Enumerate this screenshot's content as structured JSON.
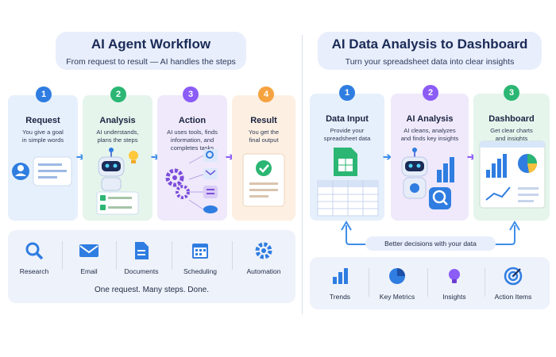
{
  "left": {
    "title": "AI Agent Workflow",
    "subtitle": "From request to result — AI handles the steps",
    "steps": [
      {
        "num": "1",
        "title": "Request",
        "desc1": "You give a goal",
        "desc2": "in simple words",
        "desc3": ""
      },
      {
        "num": "2",
        "title": "Analysis",
        "desc1": "AI understands,",
        "desc2": "plans the steps",
        "desc3": ""
      },
      {
        "num": "3",
        "title": "Action",
        "desc1": "AI uses tools, finds",
        "desc2": "information, and",
        "desc3": "completes tasks"
      },
      {
        "num": "4",
        "title": "Result",
        "desc1": "You get the",
        "desc2": "final output",
        "desc3": ""
      }
    ],
    "tools": [
      {
        "label": "Research",
        "icon": "search-icon"
      },
      {
        "label": "Email",
        "icon": "mail-icon"
      },
      {
        "label": "Documents",
        "icon": "document-icon"
      },
      {
        "label": "Scheduling",
        "icon": "calendar-icon"
      },
      {
        "label": "Automation",
        "icon": "gear-icon"
      }
    ],
    "tagline": "One request. Many steps. Done."
  },
  "right": {
    "title": "AI Data Analysis to Dashboard",
    "subtitle": "Turn your spreadsheet data into clear insights",
    "steps": [
      {
        "num": "1",
        "title": "Data Input",
        "desc1": "Provide your",
        "desc2": "spreadsheet data",
        "desc3": ""
      },
      {
        "num": "2",
        "title": "AI Analysis",
        "desc1": "AI cleans, analyzes",
        "desc2": "and finds key insights",
        "desc3": ""
      },
      {
        "num": "3",
        "title": "Dashboard",
        "desc1": "Get clear charts",
        "desc2": "and insights",
        "desc3": ""
      }
    ],
    "loop_label": "Better decisions with your data",
    "outputs": [
      {
        "label": "Trends",
        "icon": "bar-chart-icon"
      },
      {
        "label": "Key Metrics",
        "icon": "pie-chart-icon"
      },
      {
        "label": "Insights",
        "icon": "lightbulb-icon"
      },
      {
        "label": "Action Items",
        "icon": "target-icon"
      }
    ]
  },
  "colors": {
    "blue": "#2f7de1",
    "green": "#2bb673",
    "purple": "#8b5cf6",
    "orange": "#f5a340"
  }
}
